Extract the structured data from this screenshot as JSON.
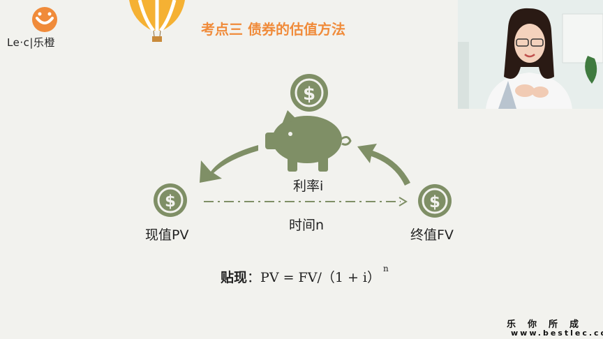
{
  "brand": {
    "logo_text": "Le·c|乐橙"
  },
  "slide": {
    "title": "考点三 债券的估值方法",
    "rate_label": "利率i",
    "time_label": "时间n",
    "pv_label": "现值PV",
    "fv_label": "终值FV",
    "formula_lead": "贴现",
    "formula_colon": "：",
    "formula_body": "PV = FV/（1 + i）",
    "formula_exp": "n"
  },
  "watermark": {
    "slogan": "乐你所成",
    "url": "www.bestlec.com"
  },
  "colors": {
    "accent_green": "#7f8f66",
    "title_orange": "#f08b3a",
    "background": "#f2f2ee"
  },
  "icons": [
    "dollar-coin-icon",
    "piggy-bank-icon",
    "curved-arrow-icon",
    "balloon-icon"
  ]
}
